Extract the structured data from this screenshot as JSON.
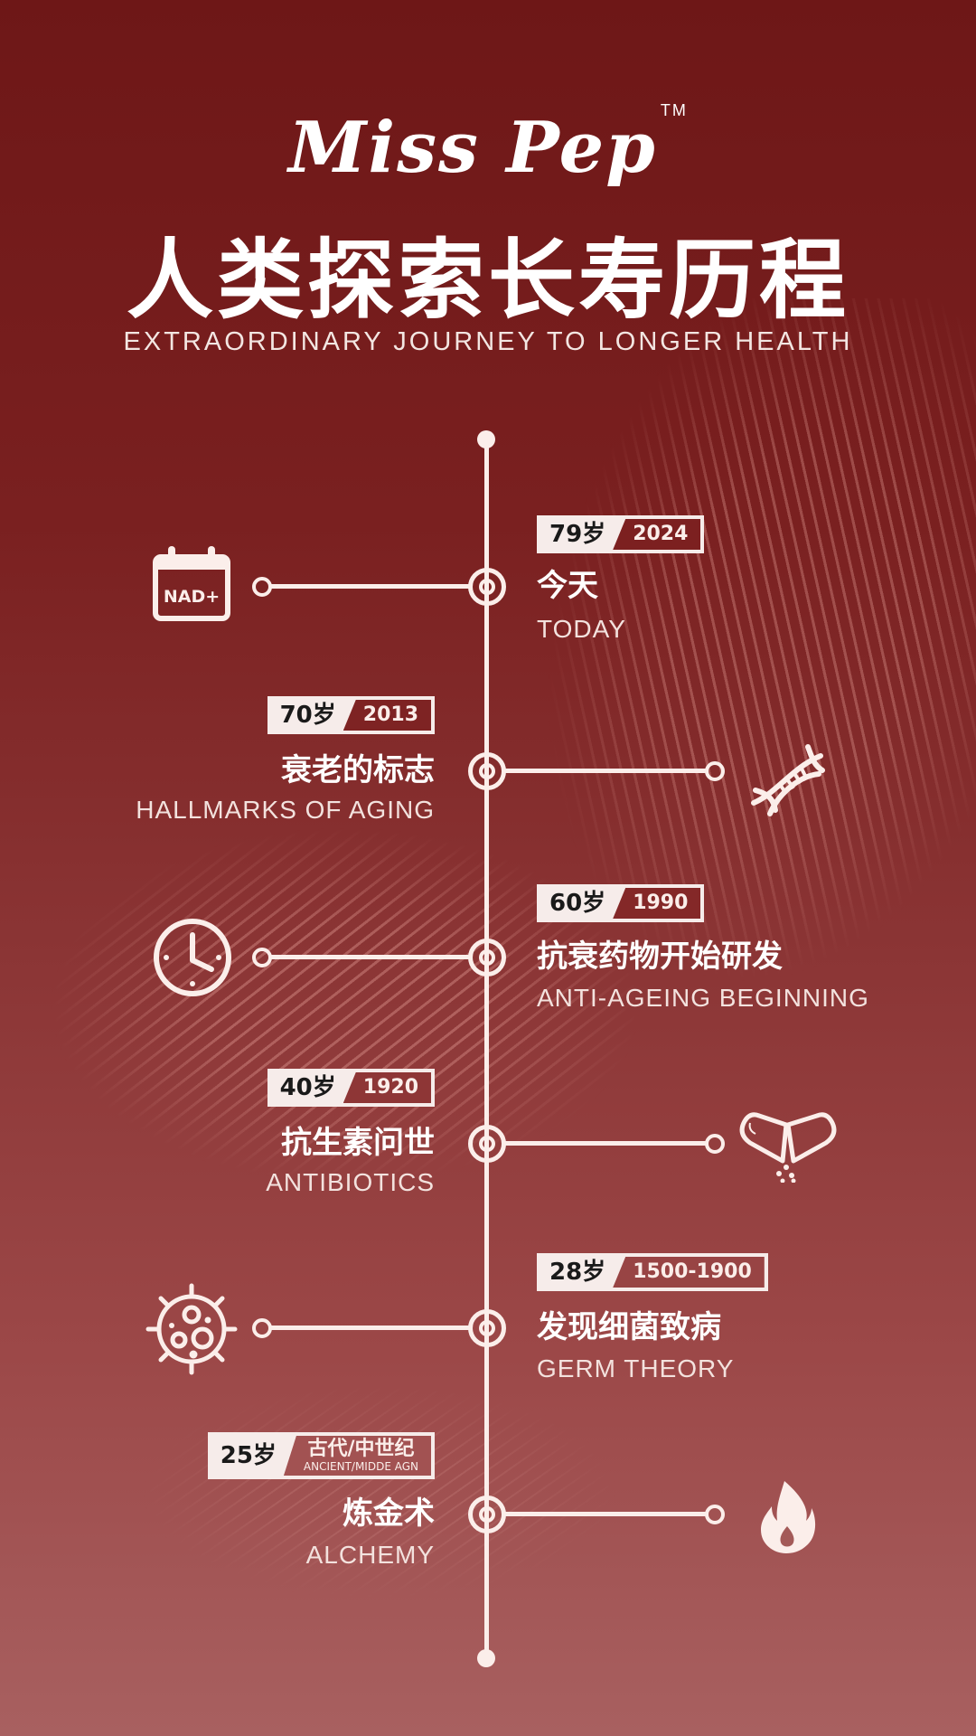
{
  "header": {
    "logo": "Miss Pep",
    "logo_tm": "TM",
    "title": "人类探索长寿历程",
    "subtitle": "EXTRAORDINARY JOURNEY TO LONGER HEALTH"
  },
  "colors": {
    "background_top": "#6e1717",
    "background_bottom": "#a86060",
    "line": "#fbeeea",
    "tag_bg": "#f6ecea",
    "tag_year_bg": "#7a2020"
  },
  "timeline": [
    {
      "age": "79岁",
      "year": "2024",
      "title_zh": "今天",
      "title_en": "TODAY",
      "side": "right",
      "icon": "nad-calendar-icon",
      "icon_label": "NAD+"
    },
    {
      "age": "70岁",
      "year": "2013",
      "title_zh": "衰老的标志",
      "title_en": "HALLMARKS OF AGING",
      "side": "left",
      "icon": "dna-icon"
    },
    {
      "age": "60岁",
      "year": "1990",
      "title_zh": "抗衰药物开始研发",
      "title_en": "ANTI-AGEING BEGINNING",
      "side": "right",
      "icon": "clock-icon"
    },
    {
      "age": "40岁",
      "year": "1920",
      "title_zh": "抗生素问世",
      "title_en": "ANTIBIOTICS",
      "side": "left",
      "icon": "capsule-icon"
    },
    {
      "age": "28岁",
      "year": "1500-1900",
      "title_zh": "发现细菌致病",
      "title_en": "GERM THEORY",
      "side": "right",
      "icon": "bacteria-icon"
    },
    {
      "age": "25岁",
      "year": "古代/中世纪",
      "year_en": "ANCIENT/MIDDE AGN",
      "title_zh": "炼金术",
      "title_en": "ALCHEMY",
      "side": "left",
      "icon": "flame-icon"
    }
  ]
}
